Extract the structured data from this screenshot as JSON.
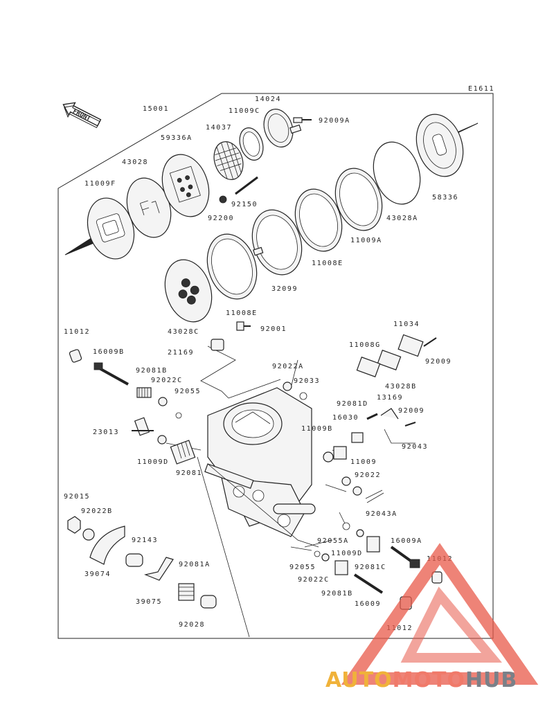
{
  "diagram": {
    "code": "E1611",
    "front_label": "FRONT",
    "parts": [
      {
        "id": "15001",
        "label": "15001"
      },
      {
        "id": "14024",
        "label": "14024"
      },
      {
        "id": "11009C",
        "label": "11009C"
      },
      {
        "id": "92009A",
        "label": "92009A"
      },
      {
        "id": "14037",
        "label": "14037"
      },
      {
        "id": "59336A",
        "label": "59336A"
      },
      {
        "id": "43028",
        "label": "43028"
      },
      {
        "id": "11009F",
        "label": "11009F"
      },
      {
        "id": "92150",
        "label": "92150"
      },
      {
        "id": "92200",
        "label": "92200"
      },
      {
        "id": "58336",
        "label": "58336"
      },
      {
        "id": "43028A",
        "label": "43028A"
      },
      {
        "id": "11009A",
        "label": "11009A"
      },
      {
        "id": "11008E_top",
        "label": "11008E"
      },
      {
        "id": "32099",
        "label": "32099"
      },
      {
        "id": "11008E_bottom",
        "label": "11008E"
      },
      {
        "id": "43028C",
        "label": "43028C"
      },
      {
        "id": "11012_a",
        "label": "11012"
      },
      {
        "id": "16009B",
        "label": "16009B"
      },
      {
        "id": "92081B_a",
        "label": "92081B"
      },
      {
        "id": "92022C_a",
        "label": "92022C"
      },
      {
        "id": "92055",
        "label": "92055"
      },
      {
        "id": "92001",
        "label": "92001"
      },
      {
        "id": "21169",
        "label": "21169"
      },
      {
        "id": "92022A",
        "label": "92022A"
      },
      {
        "id": "92033",
        "label": "92033"
      },
      {
        "id": "11034",
        "label": "11034"
      },
      {
        "id": "11008G",
        "label": "11008G"
      },
      {
        "id": "92009_a",
        "label": "92009"
      },
      {
        "id": "43028B",
        "label": "43028B"
      },
      {
        "id": "13169",
        "label": "13169"
      },
      {
        "id": "92081D",
        "label": "92081D"
      },
      {
        "id": "92009_b",
        "label": "92009"
      },
      {
        "id": "16030",
        "label": "16030"
      },
      {
        "id": "11009B",
        "label": "11009B"
      },
      {
        "id": "92043",
        "label": "92043"
      },
      {
        "id": "23013",
        "label": "23013"
      },
      {
        "id": "11009D",
        "label": "11009D"
      },
      {
        "id": "92081",
        "label": "92081"
      },
      {
        "id": "11009",
        "label": "11009"
      },
      {
        "id": "92022",
        "label": "92022"
      },
      {
        "id": "92043A",
        "label": "92043A"
      },
      {
        "id": "92015",
        "label": "92015"
      },
      {
        "id": "92022B",
        "label": "92022B"
      },
      {
        "id": "92143",
        "label": "92143"
      },
      {
        "id": "39074",
        "label": "39074"
      },
      {
        "id": "92081A",
        "label": "92081A"
      },
      {
        "id": "39075",
        "label": "39075"
      },
      {
        "id": "92028",
        "label": "92028"
      },
      {
        "id": "92055A",
        "label": "92055A"
      },
      {
        "id": "92055_b",
        "label": "92055"
      },
      {
        "id": "11009D_b",
        "label": "11009D"
      },
      {
        "id": "92022C_b",
        "label": "92022C"
      },
      {
        "id": "92081C",
        "label": "92081C"
      },
      {
        "id": "92081B_b",
        "label": "92081B"
      },
      {
        "id": "16009A",
        "label": "16009A"
      },
      {
        "id": "11012_b",
        "label": "11012"
      },
      {
        "id": "16009",
        "label": "16009"
      },
      {
        "id": "11012_c",
        "label": "11012"
      }
    ]
  },
  "watermark": {
    "part1": "AUTO",
    "part2": "MOTO",
    "part3": "HUB",
    "color1": "#f0b23a",
    "color2": "#f07a6a",
    "color3": "#7a8088",
    "triangle_color": "#e85a4a"
  }
}
